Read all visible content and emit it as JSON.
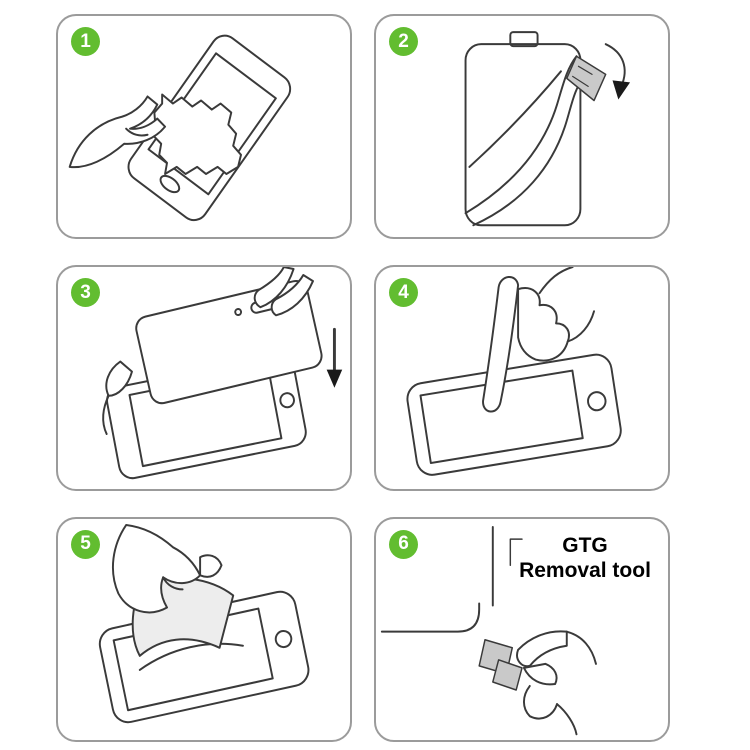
{
  "colors": {
    "step_badge_green": "#62bd30",
    "line_art": "#3a3a3a",
    "panel_border": "#9b9b9b",
    "background": "#ffffff",
    "film_gray": "#c9c9c9"
  },
  "steps": [
    {
      "number": "1",
      "icon": "clean-screen-with-cloth-illustration"
    },
    {
      "number": "2",
      "icon": "peel-protective-film-illustration"
    },
    {
      "number": "3",
      "icon": "align-and-place-glass-illustration"
    },
    {
      "number": "4",
      "icon": "press-screen-with-finger-illustration"
    },
    {
      "number": "5",
      "icon": "smooth-remove-film-illustration"
    },
    {
      "number": "6",
      "icon": "corner-removal-tool-illustration",
      "label_line1": "GTG",
      "label_line2": "Removal tool"
    }
  ]
}
